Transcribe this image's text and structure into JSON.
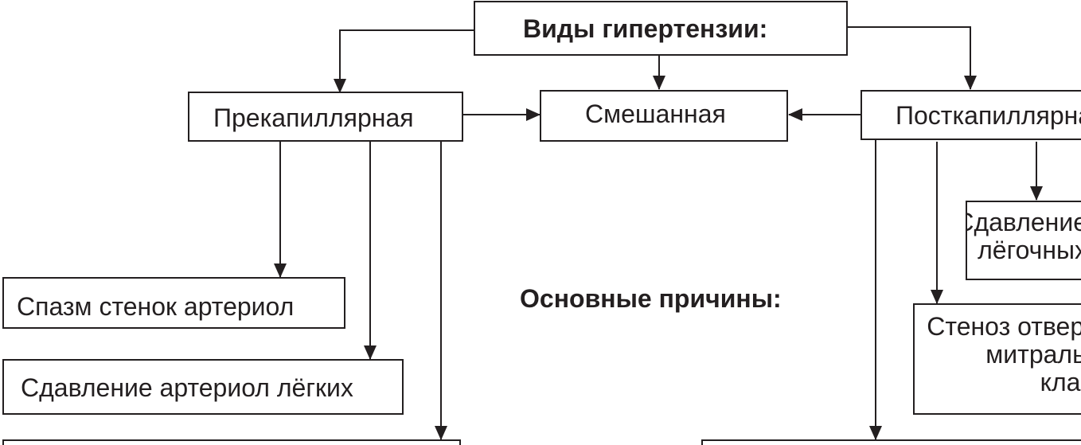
{
  "diagram": {
    "root": {
      "label": "Виды гипертензии:"
    },
    "types": {
      "precapillary": {
        "label": "Прекапиллярная"
      },
      "mixed": {
        "label": "Смешанная"
      },
      "postcapillary": {
        "label": "Посткапиллярная"
      }
    },
    "causes_heading": "Основные причины:",
    "precapillary_causes": [
      {
        "label": "Спазм стенок артериол"
      },
      {
        "label": "Сдавление артериол лёгких"
      }
    ],
    "postcapillary_causes": [
      {
        "lines": [
          "Сдавление",
          "лёгочных"
        ]
      },
      {
        "lines": [
          "Стеноз отверстия",
          "митрального",
          "клапана"
        ]
      }
    ],
    "colors": {
      "line": "#231f20",
      "background": "#ffffff"
    }
  }
}
